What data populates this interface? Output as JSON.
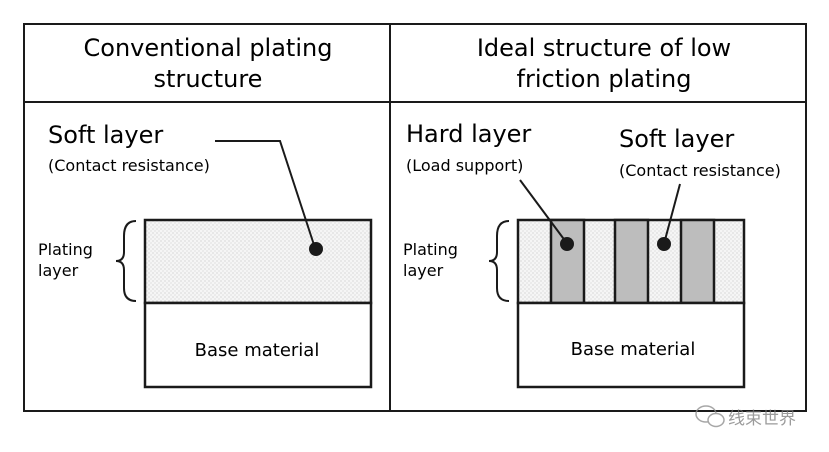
{
  "panels": [
    {
      "title_line1": "Conventional plating",
      "title_line2": "structure",
      "callouts": [
        {
          "label": "Soft layer",
          "sublabel": "(Contact resistance)"
        }
      ],
      "plating_label_line1": "Plating",
      "plating_label_line2": "layer",
      "base_label": "Base material"
    },
    {
      "title_line1": "Ideal structure of low",
      "title_line2": "friction plating",
      "callouts": [
        {
          "label": "Hard layer",
          "sublabel": "(Load support)"
        },
        {
          "label": "Soft layer",
          "sublabel": "(Contact resistance)"
        }
      ],
      "plating_label_line1": "Plating",
      "plating_label_line2": "layer",
      "base_label": "Base material"
    }
  ],
  "watermark": {
    "text": "线束世界",
    "icon": "wechat-icon"
  },
  "colors": {
    "border": "#1a1a1a",
    "hard_fill": "#bdbdbd",
    "soft_fill": "#f4f4f4",
    "soft_dots": "#c8c8c8",
    "base_fill": "#ffffff"
  }
}
